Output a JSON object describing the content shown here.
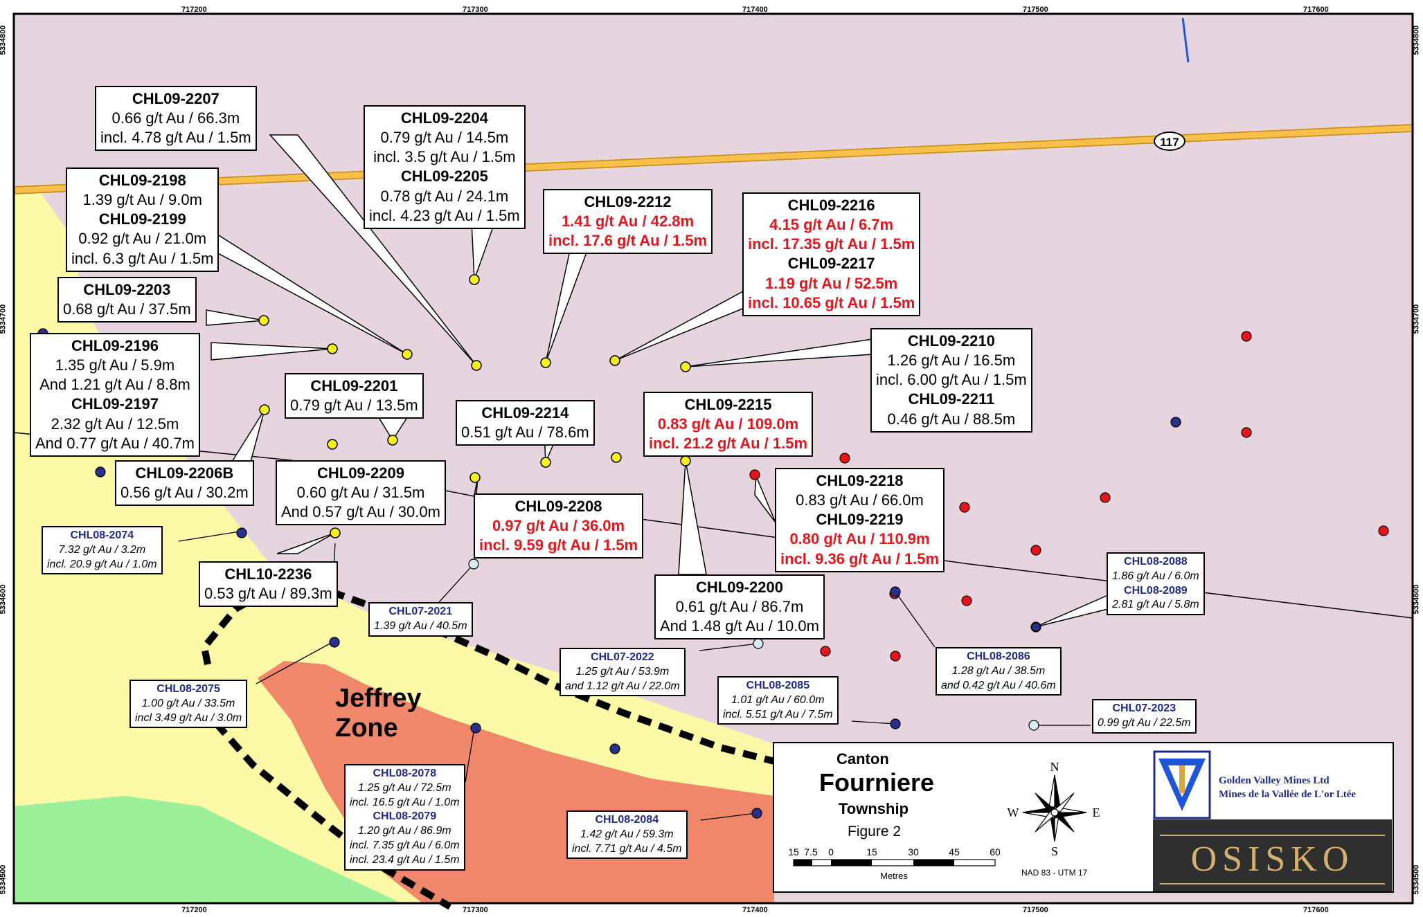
{
  "axes": {
    "x_ticks": [
      "717200",
      "717300",
      "717400",
      "717500",
      "717600"
    ],
    "y_ticks": [
      "5334800",
      "5334700",
      "5334600",
      "5334500"
    ]
  },
  "road_label": "117",
  "zone_label_line1": "Jeffrey",
  "zone_label_line2": "Zone",
  "callouts": [
    {
      "id": "c2207",
      "lines": [
        {
          "t": "CHL09-2207",
          "s": "hd"
        },
        {
          "t": "0.66 g/t Au / 66.3m"
        },
        {
          "t": "incl. 4.78 g/t Au / 1.5m"
        }
      ]
    },
    {
      "id": "c2204",
      "lines": [
        {
          "t": "CHL09-2204",
          "s": "hd"
        },
        {
          "t": "0.79 g/t Au / 14.5m"
        },
        {
          "t": "incl. 3.5 g/t Au / 1.5m"
        },
        {
          "t": "CHL09-2205",
          "s": "hd"
        },
        {
          "t": "0.78 g/t Au / 24.1m"
        },
        {
          "t": "incl. 4.23 g/t Au / 1.5m"
        }
      ]
    },
    {
      "id": "c2198",
      "lines": [
        {
          "t": "CHL09-2198",
          "s": "hd"
        },
        {
          "t": "1.39 g/t Au / 9.0m"
        },
        {
          "t": "CHL09-2199",
          "s": "hd"
        },
        {
          "t": "0.92 g/t Au / 21.0m"
        },
        {
          "t": "incl. 6.3 g/t Au / 1.5m"
        }
      ]
    },
    {
      "id": "c2212",
      "lines": [
        {
          "t": "CHL09-2212",
          "s": "hd"
        },
        {
          "t": "1.41 g/t Au / 42.8m",
          "s": "red"
        },
        {
          "t": "incl. 17.6 g/t Au / 1.5m",
          "s": "red"
        }
      ]
    },
    {
      "id": "c2216",
      "lines": [
        {
          "t": "CHL09-2216",
          "s": "hd"
        },
        {
          "t": "4.15 g/t Au / 6.7m",
          "s": "red"
        },
        {
          "t": "incl. 17.35 g/t Au / 1.5m",
          "s": "red"
        },
        {
          "t": "CHL09-2217",
          "s": "hd"
        },
        {
          "t": "1.19 g/t Au / 52.5m",
          "s": "red"
        },
        {
          "t": "incl. 10.65 g/t Au / 1.5m",
          "s": "red"
        }
      ]
    },
    {
      "id": "c2203",
      "lines": [
        {
          "t": "CHL09-2203",
          "s": "hd"
        },
        {
          "t": "0.68 g/t Au / 37.5m"
        }
      ]
    },
    {
      "id": "c2196",
      "lines": [
        {
          "t": "CHL09-2196",
          "s": "hd"
        },
        {
          "t": "1.35 g/t Au / 5.9m"
        },
        {
          "t": "And 1.21 g/t Au / 8.8m"
        },
        {
          "t": "CHL09-2197",
          "s": "hd"
        },
        {
          "t": "2.32 g/t Au / 12.5m"
        },
        {
          "t": "And 0.77 g/t Au / 40.7m"
        }
      ]
    },
    {
      "id": "c2201",
      "lines": [
        {
          "t": "CHL09-2201",
          "s": "hd"
        },
        {
          "t": "0.79 g/t Au / 13.5m"
        }
      ]
    },
    {
      "id": "c2214",
      "lines": [
        {
          "t": "CHL09-2214",
          "s": "hd"
        },
        {
          "t": "0.51 g/t Au / 78.6m"
        }
      ]
    },
    {
      "id": "c2215",
      "lines": [
        {
          "t": "CHL09-2215",
          "s": "hd"
        },
        {
          "t": "0.83 g/t Au / 109.0m",
          "s": "red"
        },
        {
          "t": "incl. 21.2 g/t Au / 1.5m",
          "s": "red"
        }
      ]
    },
    {
      "id": "c2210",
      "lines": [
        {
          "t": "CHL09-2210",
          "s": "hd"
        },
        {
          "t": "1.26 g/t Au / 16.5m"
        },
        {
          "t": "incl. 6.00 g/t Au / 1.5m"
        },
        {
          "t": "CHL09-2211",
          "s": "hd"
        },
        {
          "t": "0.46 g/t Au / 88.5m"
        }
      ]
    },
    {
      "id": "c2206",
      "lines": [
        {
          "t": "CHL09-2206B",
          "s": "hd"
        },
        {
          "t": "0.56 g/t Au / 30.2m"
        }
      ]
    },
    {
      "id": "c2209",
      "lines": [
        {
          "t": "CHL09-2209",
          "s": "hd"
        },
        {
          "t": "0.60 g/t Au / 31.5m"
        },
        {
          "t": "And 0.57 g/t Au / 30.0m"
        }
      ]
    },
    {
      "id": "c2208",
      "lines": [
        {
          "t": "CHL09-2208",
          "s": "hd"
        },
        {
          "t": "0.97 g/t Au / 36.0m",
          "s": "red"
        },
        {
          "t": "incl. 9.59 g/t Au / 1.5m",
          "s": "red"
        }
      ]
    },
    {
      "id": "c2218",
      "lines": [
        {
          "t": "CHL09-2218",
          "s": "hd"
        },
        {
          "t": "0.83 g/t Au / 66.0m"
        },
        {
          "t": "CHL09-2219",
          "s": "hd"
        },
        {
          "t": "0.80 g/t Au / 110.9m",
          "s": "red"
        },
        {
          "t": "incl. 9.36 g/t Au / 1.5m",
          "s": "red"
        }
      ]
    },
    {
      "id": "c2236",
      "lines": [
        {
          "t": "CHL10-2236",
          "s": "hd"
        },
        {
          "t": "0.53 g/t Au / 89.3m"
        }
      ]
    },
    {
      "id": "c2200",
      "lines": [
        {
          "t": "CHL09-2200",
          "s": "hd"
        },
        {
          "t": "0.61 g/t Au / 86.7m"
        },
        {
          "t": "And 1.48 g/t Au / 10.0m"
        }
      ]
    },
    {
      "id": "s2074",
      "lines": [
        {
          "t": "CHL08-2074",
          "s": "hd"
        },
        {
          "t": "7.32 g/t Au / 3.2m"
        },
        {
          "t": "incl. 20.9 g/t Au / 1.0m"
        }
      ]
    },
    {
      "id": "s2021",
      "lines": [
        {
          "t": "CHL07-2021",
          "s": "hd"
        },
        {
          "t": "1.39 g/t Au / 40.5m"
        }
      ]
    },
    {
      "id": "s2088",
      "lines": [
        {
          "t": "CHL08-2088",
          "s": "hd"
        },
        {
          "t": "1.86 g/t Au / 6.0m"
        },
        {
          "t": "CHL08-2089",
          "s": "hd"
        },
        {
          "t": "2.81 g/t Au / 5.8m"
        }
      ]
    },
    {
      "id": "s2022",
      "lines": [
        {
          "t": "CHL07-2022",
          "s": "hd"
        },
        {
          "t": "1.25 g/t Au / 53.9m"
        },
        {
          "t": "and 1.12 g/t Au / 22.0m"
        }
      ]
    },
    {
      "id": "s2086",
      "lines": [
        {
          "t": "CHL08-2086",
          "s": "hd"
        },
        {
          "t": "1.28 g/t Au / 38.5m"
        },
        {
          "t": "and 0.42 g/t Au / 40.6m"
        }
      ]
    },
    {
      "id": "s2075",
      "lines": [
        {
          "t": "CHL08-2075",
          "s": "hd"
        },
        {
          "t": "1.00 g/t Au / 33.5m"
        },
        {
          "t": "incl 3.49 g/t Au / 3.0m"
        }
      ]
    },
    {
      "id": "s2085",
      "lines": [
        {
          "t": "CHL08-2085",
          "s": "hd"
        },
        {
          "t": "1.01 g/t Au / 60.0m"
        },
        {
          "t": "incl. 5.51 g/t Au / 7.5m"
        }
      ]
    },
    {
      "id": "s2023",
      "lines": [
        {
          "t": "CHL07-2023",
          "s": "hd"
        },
        {
          "t": "0.99 g/t Au / 22.5m"
        }
      ]
    },
    {
      "id": "s2078",
      "lines": [
        {
          "t": "CHL08-2078",
          "s": "hd"
        },
        {
          "t": "1.25 g/t Au / 72.5m"
        },
        {
          "t": "incl. 16.5 g/t Au / 1.0m"
        },
        {
          "t": "CHL08-2079",
          "s": "hd"
        },
        {
          "t": "1.20 g/t Au / 86.9m"
        },
        {
          "t": "incl. 7.35 g/t Au / 6.0m"
        },
        {
          "t": "incl. 23.4 g/t Au / 1.5m"
        }
      ]
    },
    {
      "id": "s2084",
      "lines": [
        {
          "t": "CHL08-2084",
          "s": "hd"
        },
        {
          "t": "1.42 g/t Au / 59.3m"
        },
        {
          "t": "incl. 7.71 g/t Au / 4.5m"
        }
      ]
    }
  ],
  "legend": {
    "title1": "Canton",
    "title2": "Fourniere",
    "title3": "Township",
    "figure": "Figure 2",
    "scale_ticks": [
      "15",
      "7.5",
      "0",
      "15",
      "30",
      "45",
      "60"
    ],
    "scale_unit": "Metres",
    "compass": {
      "n": "N",
      "e": "E",
      "s": "S",
      "w": "W"
    },
    "projection": "NAD 83 - UTM 17",
    "company_line1": "Golden Valley Mines Ltd",
    "company_line2": "Mines de la Vallée de L'or Ltée",
    "logo_text": "OSISKO"
  },
  "colors": {
    "background": "#e6d5de",
    "yellow_unit": "#fbf8a6",
    "orange_unit": "#f0866a",
    "green_unit": "#9df09a",
    "road": "#f7c04a",
    "red_text": "#e8141c",
    "blue_label": "#1f2a8a"
  }
}
